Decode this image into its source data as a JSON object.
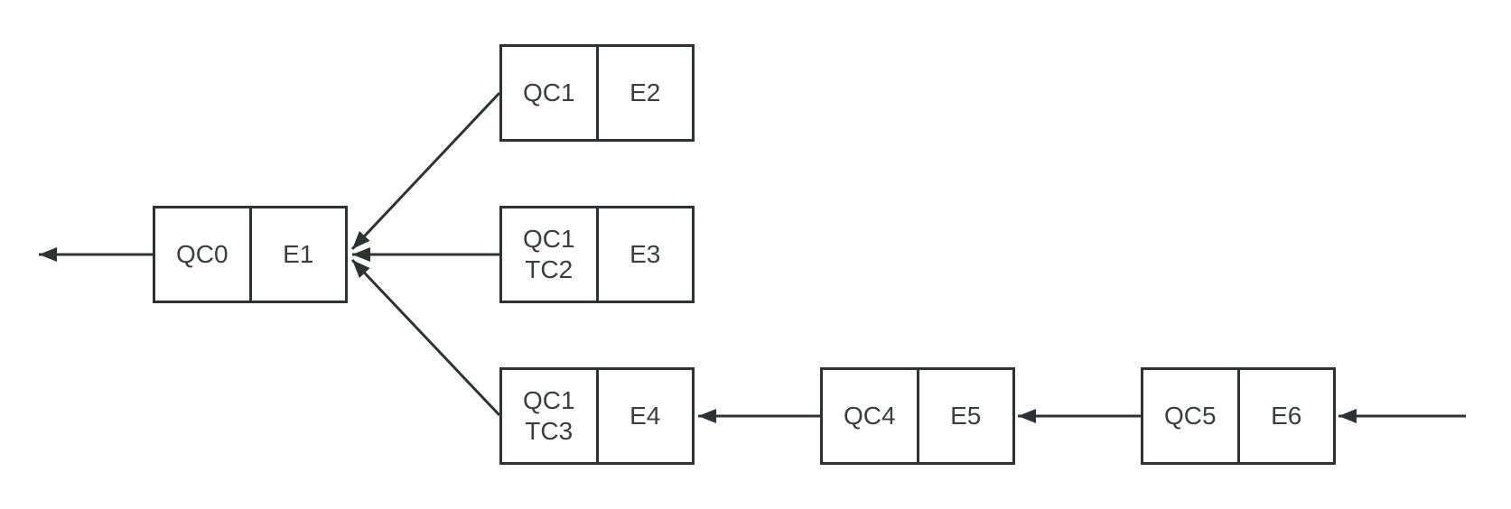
{
  "diagram": {
    "nodes": [
      {
        "queue": "QC0",
        "element": "E1"
      },
      {
        "queue": "QC1",
        "element": "E2"
      },
      {
        "queue": "QC1\nTC2",
        "element": "E3"
      },
      {
        "queue": "QC1\nTC3",
        "element": "E4"
      },
      {
        "queue": "QC4",
        "element": "E5"
      },
      {
        "queue": "QC5",
        "element": "E6"
      }
    ],
    "edges": [
      {
        "from": "E1",
        "to": "off-canvas-left"
      },
      {
        "from": "E2",
        "to": "E1"
      },
      {
        "from": "E3",
        "to": "E1"
      },
      {
        "from": "E4",
        "to": "E1"
      },
      {
        "from": "E5",
        "to": "E4"
      },
      {
        "from": "E6",
        "to": "E5"
      },
      {
        "from": "off-canvas-right",
        "to": "E6"
      }
    ],
    "colors": {
      "stroke": "#2e3235",
      "text": "#3a3e41",
      "background": "#ffffff"
    }
  }
}
